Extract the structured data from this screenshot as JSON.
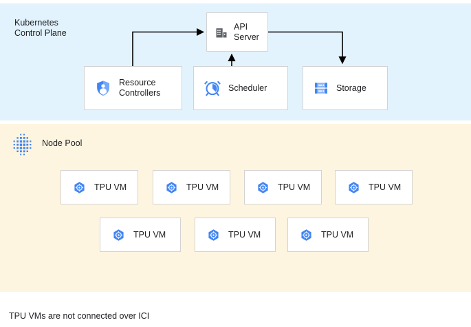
{
  "diagram": {
    "caption": "TPU VMs are not connected over ICI",
    "colors": {
      "control_plane_bg": "#e2f3fd",
      "node_pool_bg": "#fdf5e0",
      "box_bg": "#ffffff",
      "box_border": "#d3d3d3",
      "text": "#202124",
      "accent_blue": "#4285f4",
      "icon_gray": "#5f6368",
      "arrow": "#000000"
    }
  },
  "control_plane": {
    "title": "Kubernetes\nControl Plane",
    "nodes": [
      {
        "id": "api-server",
        "label": "API\nServer",
        "icon": "building-icon"
      },
      {
        "id": "resource-controllers",
        "label": "Resource\nControllers",
        "icon": "shield-person-icon"
      },
      {
        "id": "scheduler",
        "label": "Scheduler",
        "icon": "alarm-clock-icon"
      },
      {
        "id": "storage",
        "label": "Storage",
        "icon": "server-rack-icon"
      }
    ],
    "connections": [
      {
        "from": "resource-controllers",
        "to": "api-server",
        "direction": "up-right"
      },
      {
        "from": "scheduler",
        "to": "api-server",
        "direction": "up"
      },
      {
        "from": "api-server",
        "to": "storage",
        "direction": "right-down"
      }
    ]
  },
  "node_pool": {
    "title": "Node Pool",
    "icon": "dot-grid-icon",
    "rows": [
      {
        "vms": [
          {
            "label": "TPU VM",
            "icon": "tpu-hex-icon"
          },
          {
            "label": "TPU VM",
            "icon": "tpu-hex-icon"
          },
          {
            "label": "TPU VM",
            "icon": "tpu-hex-icon"
          },
          {
            "label": "TPU VM",
            "icon": "tpu-hex-icon"
          }
        ]
      },
      {
        "vms": [
          {
            "label": "TPU VM",
            "icon": "tpu-hex-icon"
          },
          {
            "label": "TPU VM",
            "icon": "tpu-hex-icon"
          },
          {
            "label": "TPU VM",
            "icon": "tpu-hex-icon"
          }
        ]
      }
    ]
  }
}
